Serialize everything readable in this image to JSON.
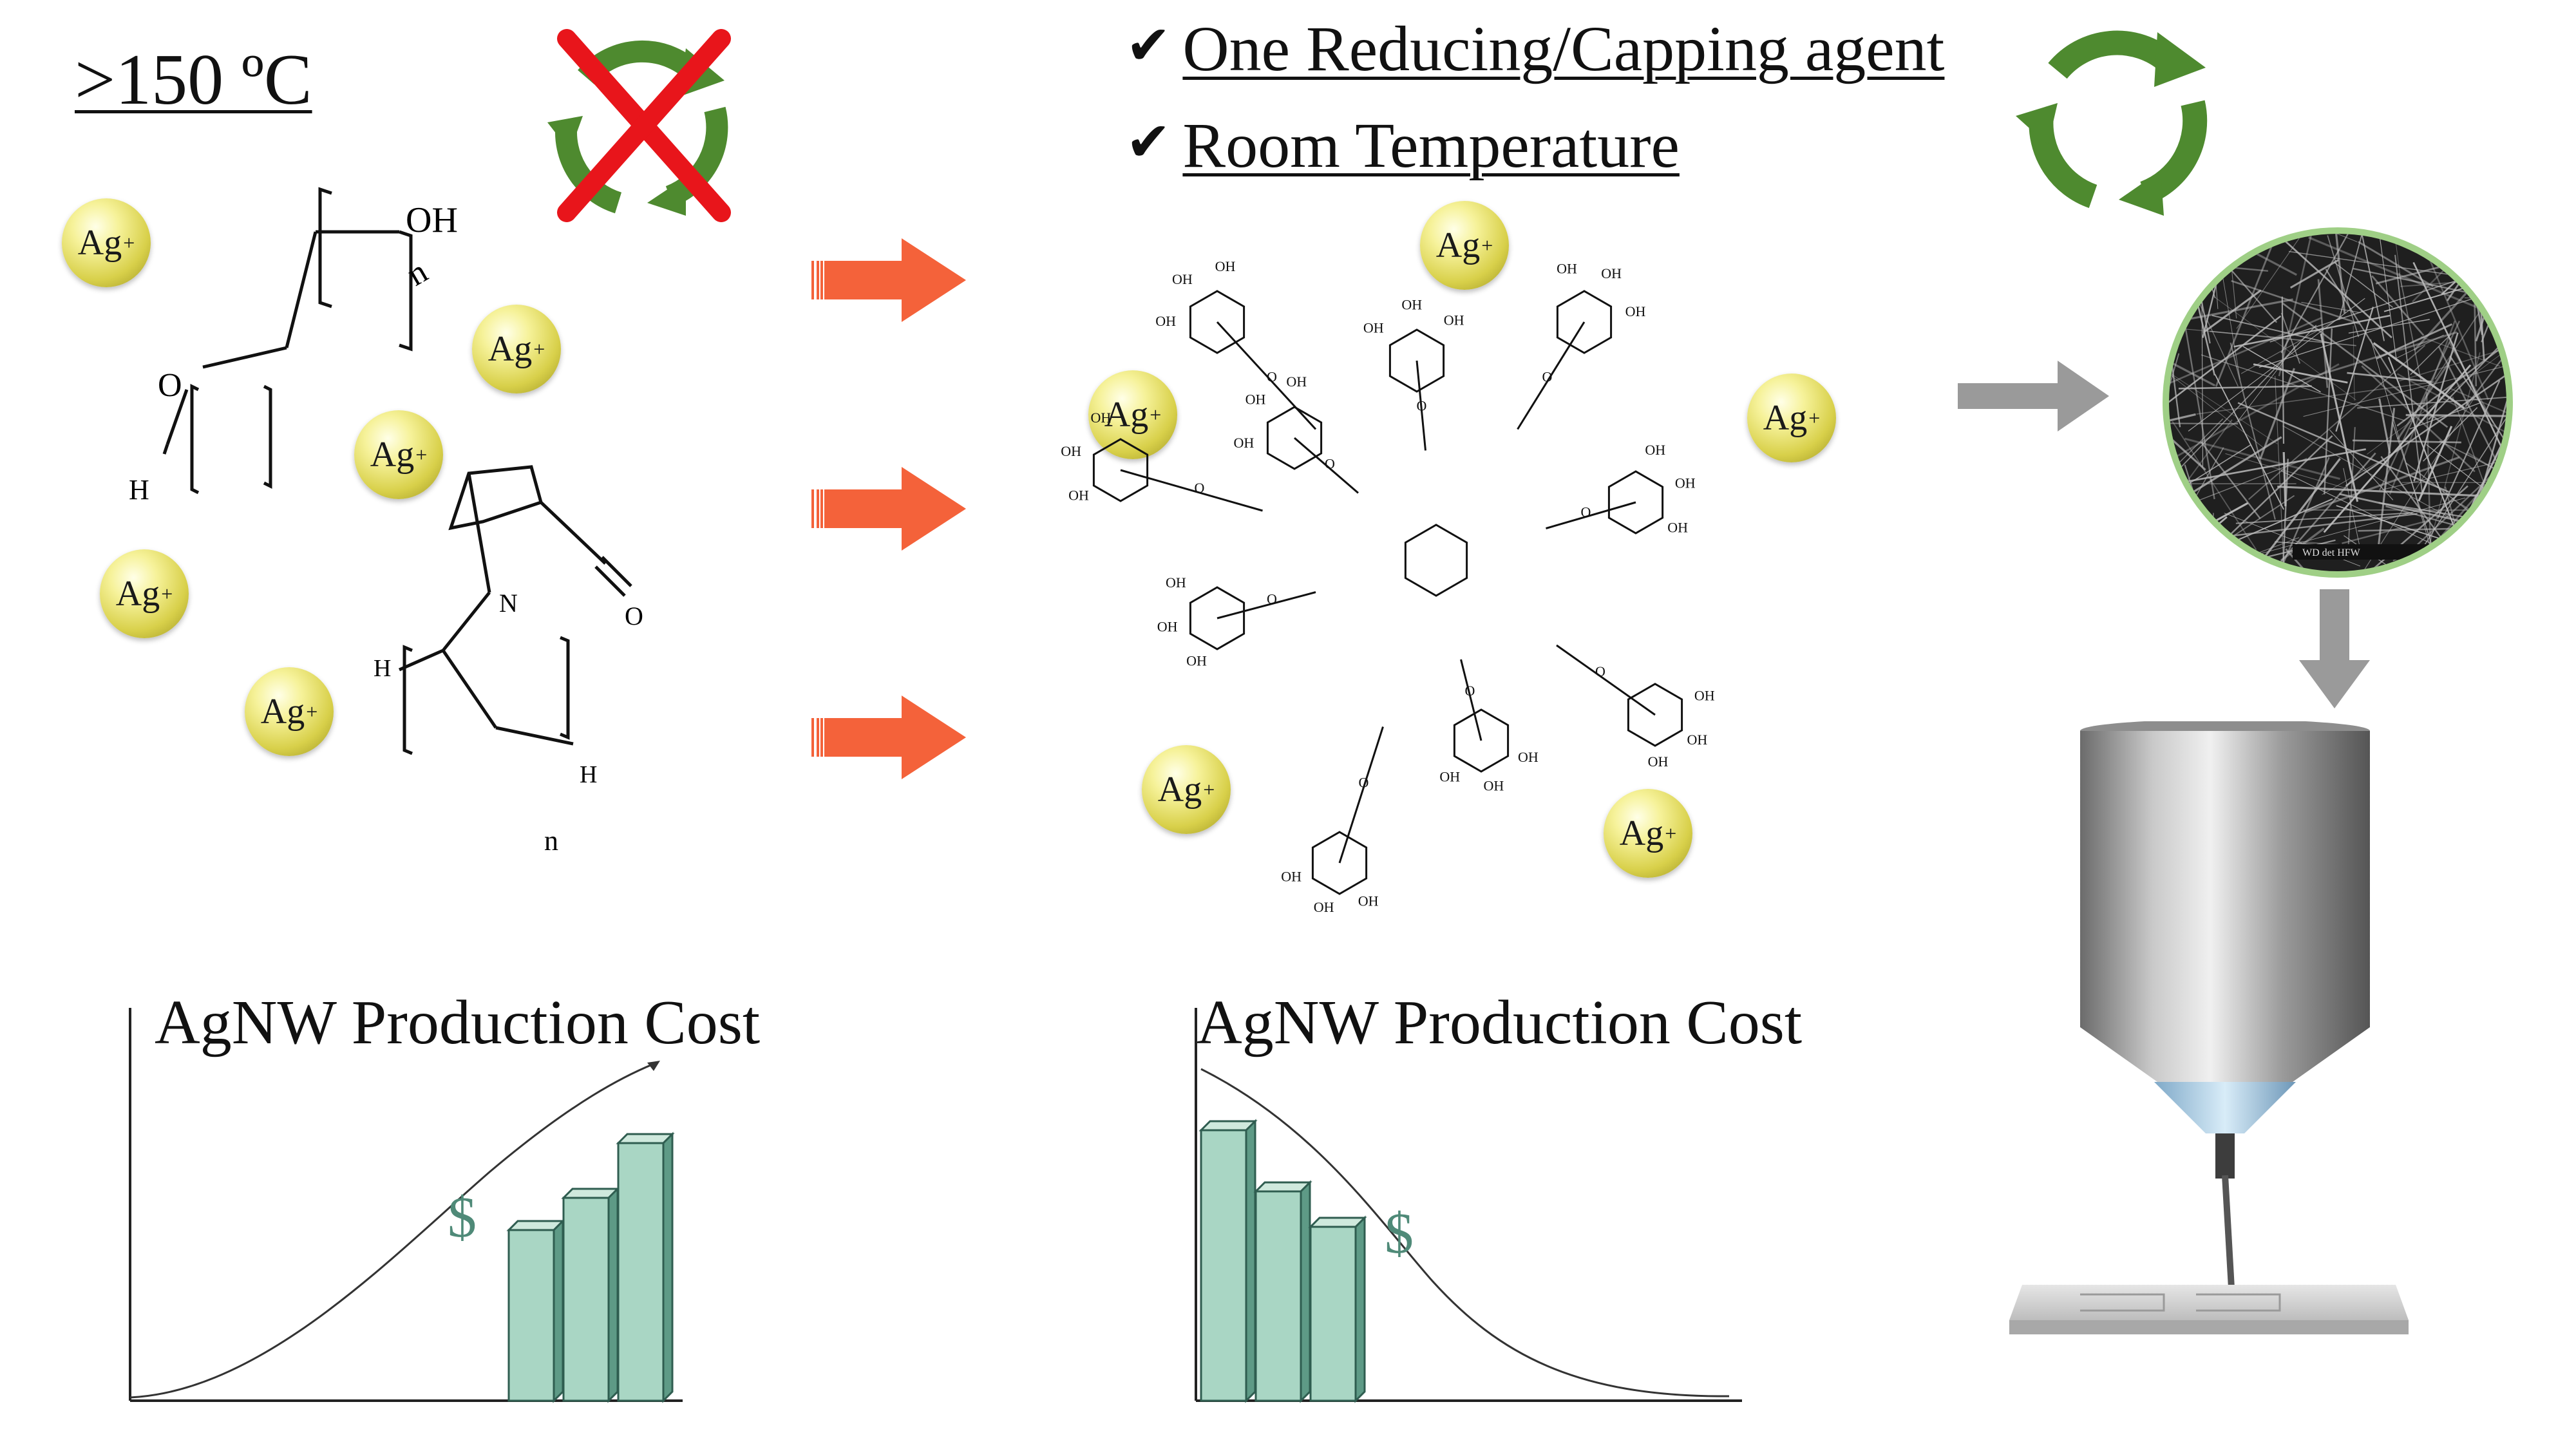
{
  "temperature_label": ">150 ºC",
  "checklist": [
    {
      "label": "One Reducing/Capping agent"
    },
    {
      "label": "Room Temperature"
    }
  ],
  "ion": {
    "symbol": "Ag",
    "charge": "+"
  },
  "left_structure": {
    "oh_label": "OH",
    "o_label": "O",
    "h_label": "H",
    "n_label": "N",
    "repeat_label": "n"
  },
  "tannin_labels": {
    "hydroxyl": "OH",
    "oxygen": "O"
  },
  "cost_charts": [
    {
      "title": "AgNW Production Cost",
      "symbol": "$",
      "trend": "increasing"
    },
    {
      "title": "AgNW Production Cost",
      "symbol": "$",
      "trend": "decreasing"
    }
  ],
  "colors": {
    "orange_arrow": "#f4623a",
    "gray_arrow": "#9a9a9a",
    "recycle_green": "#4e8a2f",
    "cross_red": "#e8151b",
    "bar_teal": "#a9d6c4",
    "dollar": "#4f8a78",
    "sem_ring": "#9fcf86"
  },
  "sem_scale_text": "WD  det  HFW"
}
